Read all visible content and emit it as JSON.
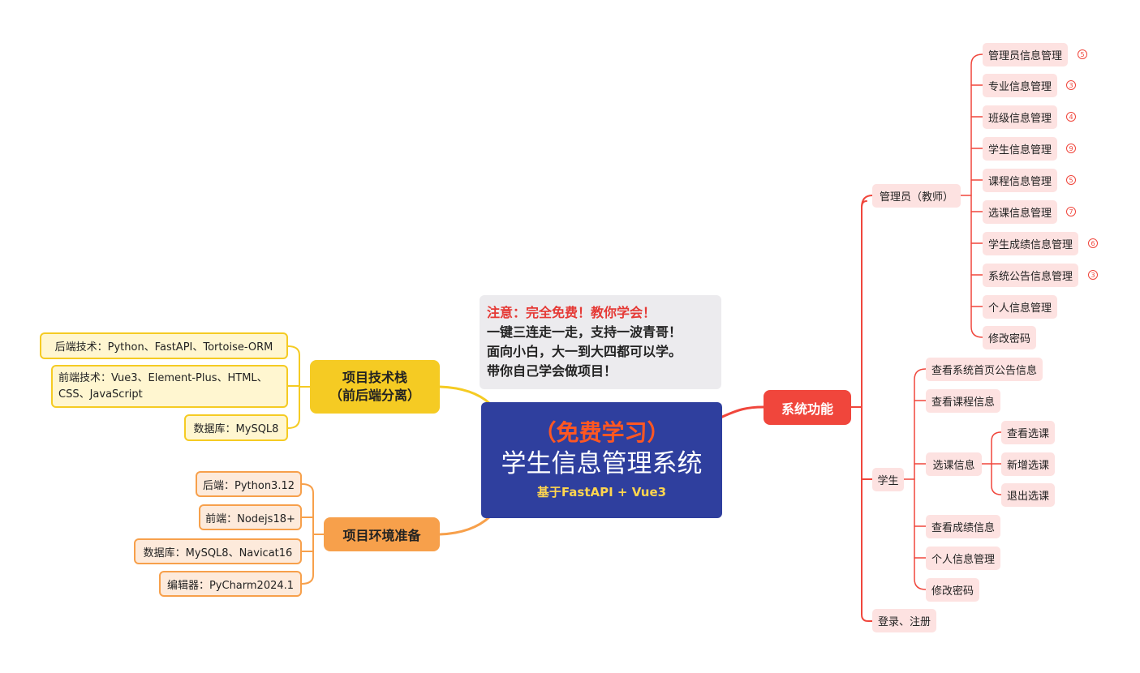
{
  "center": {
    "top": "（免费学习）",
    "title": "学生信息管理系统",
    "subtitle": "基于FastAPI + Vue3"
  },
  "note": {
    "line1": "注意：完全免费！教你学会！",
    "line2": "一键三连走一走，支持一波青哥！",
    "line3": "面向小白，大一到大四都可以学。",
    "line4": "带你自己学会做项目！"
  },
  "functions": {
    "label": "系统功能",
    "admin": {
      "label": "管理员（教师）",
      "items": [
        {
          "label": "管理员信息管理",
          "badge": "5"
        },
        {
          "label": "专业信息管理",
          "badge": "3"
        },
        {
          "label": "班级信息管理",
          "badge": "4"
        },
        {
          "label": "学生信息管理",
          "badge": "9"
        },
        {
          "label": "课程信息管理",
          "badge": "5"
        },
        {
          "label": "选课信息管理",
          "badge": "7"
        },
        {
          "label": "学生成绩信息管理",
          "badge": "6"
        },
        {
          "label": "系统公告信息管理",
          "badge": "3"
        },
        {
          "label": "个人信息管理"
        },
        {
          "label": "修改密码"
        }
      ]
    },
    "student": {
      "label": "学生",
      "items": [
        {
          "label": "查看系统首页公告信息"
        },
        {
          "label": "查看课程信息"
        },
        {
          "label": "选课信息",
          "children": [
            "查看选课",
            "新增选课",
            "退出选课"
          ]
        },
        {
          "label": "查看成绩信息"
        },
        {
          "label": "个人信息管理"
        },
        {
          "label": "修改密码"
        }
      ]
    },
    "login": "登录、注册"
  },
  "tech": {
    "line1": "项目技术栈",
    "line2": "（前后端分离）",
    "items": [
      "后端技术：Python、FastAPI、Tortoise-ORM",
      "前端技术：Vue3、Element-Plus、HTML、",
      "CSS、JavaScript",
      "数据库：MySQL8"
    ]
  },
  "env": {
    "label": "项目环境准备",
    "items": [
      "后端：Python3.12",
      "前端：Nodejs18+",
      "数据库：MySQL8、Navicat16",
      "编辑器：PyCharm2024.1"
    ]
  },
  "colors": {
    "center": "#2f3f9e",
    "functions": "#f0463c",
    "tech": "#f5cb23",
    "env": "#f7a04b"
  }
}
